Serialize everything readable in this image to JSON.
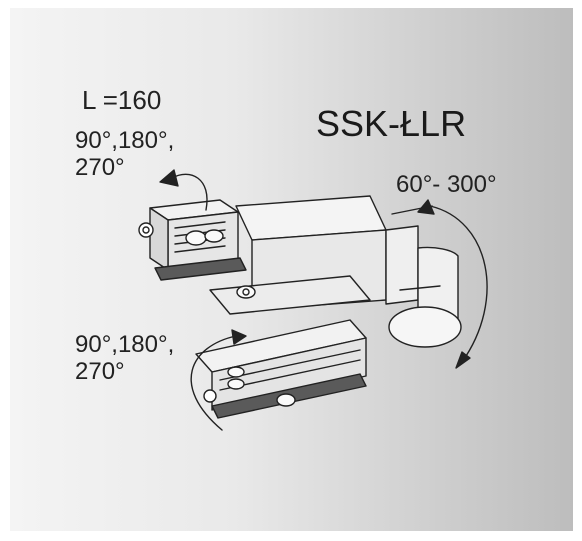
{
  "labels": {
    "length": "L =160",
    "angle_top": "90°,180°,\n270°",
    "angle_bottom": "90°,180°,\n270°",
    "rotation_range": "60°- 300°",
    "model": "SSK-ŁLR"
  },
  "colors": {
    "background_light": "#f4f4f4",
    "background_dark": "#bdbdbd",
    "line": "#222222",
    "body_fill": "#eeeeee"
  }
}
